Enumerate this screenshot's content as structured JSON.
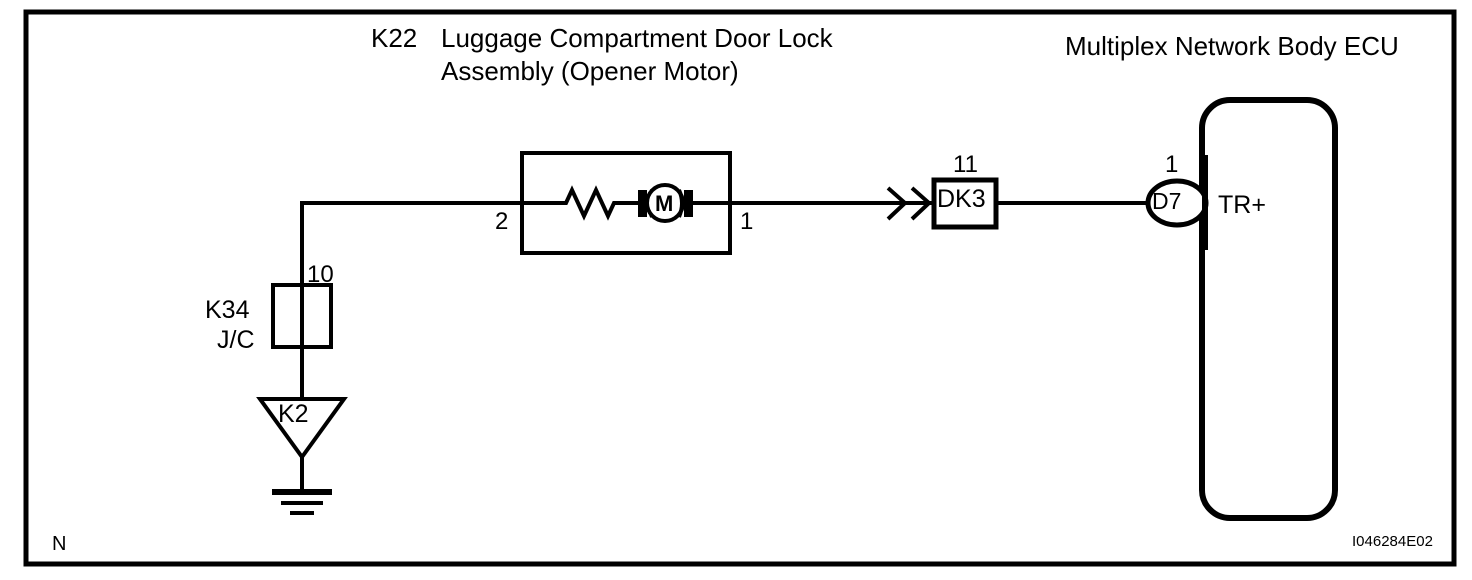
{
  "diagram": {
    "type": "automotive-wiring-diagram",
    "reference_code": "I046284E02",
    "corner_letter": "N",
    "headers": {
      "left_component_code": "K22",
      "left_component_name_line1": "Luggage Compartment Door Lock",
      "left_component_name_line2": "Assembly (Opener Motor)",
      "right_component_name": "Multiplex Network Body ECU"
    },
    "components": {
      "motor_assembly": {
        "name": "motor-assembly-box",
        "pin_left": "2",
        "pin_right": "1",
        "motor_symbol_letter": "M",
        "has_resistor": true
      },
      "junction_connector": {
        "name": "K34",
        "type_label": "J/C",
        "pin": "10"
      },
      "ground": {
        "label": "K2"
      },
      "inline_connector": {
        "label": "DK3",
        "pin": "11"
      },
      "ecu_connector": {
        "label": "D7",
        "pin": "1",
        "terminal_name": "TR+"
      }
    },
    "colors": {
      "line": "#000000",
      "background": "#ffffff"
    }
  }
}
